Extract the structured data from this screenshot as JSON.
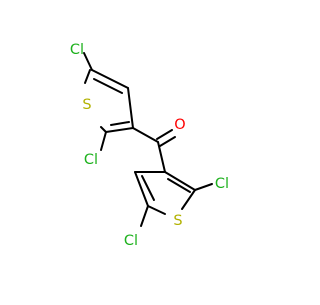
{
  "molecule": {
    "atoms": {
      "cl_top_left": "Cl",
      "s_top": "S",
      "cl_top_mid": "Cl",
      "o": "O",
      "cl_bottom_right": "Cl",
      "s_bottom": "S",
      "cl_bottom_left": "Cl"
    },
    "colors": {
      "bond": "#000000",
      "chlorine": "#1fb21f",
      "sulfur": "#b2b200",
      "oxygen": "#ff0000"
    }
  }
}
